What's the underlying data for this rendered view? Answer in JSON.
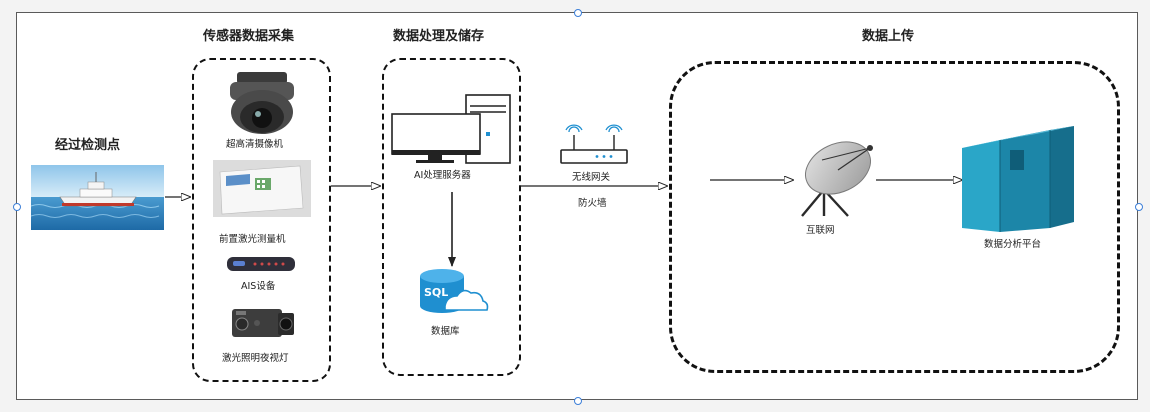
{
  "sections": {
    "checkpoint": "经过检测点",
    "sensor": "传感器数据采集",
    "processing": "数据处理及储存",
    "upload": "数据上传"
  },
  "devices": {
    "camera": "超高清摄像机",
    "laser": "前置激光测量机",
    "ais": "AIS设备",
    "night_light": "激光照明夜视灯",
    "server": "AI处理服务器",
    "database": "数据库",
    "router": "无线网关",
    "firewall": "防火墙",
    "internet": "互联网",
    "platform": "数据分析平台"
  },
  "icon_text": {
    "sql": "SQL"
  },
  "colors": {
    "accent_blue": "#1f8fd0",
    "platform_teal": "#2aa6c8",
    "dash_border": "#111111"
  }
}
